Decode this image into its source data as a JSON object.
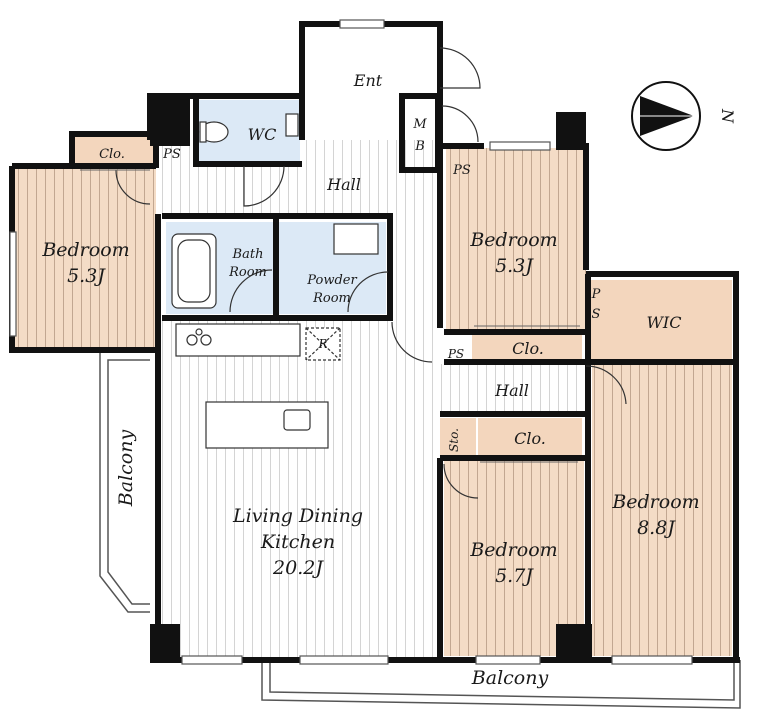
{
  "colors": {
    "wall": "#111111",
    "room_wood": "#f4dcc6",
    "wood_line": "#b59a84",
    "wet_area": "#dce9f6",
    "floor_line": "#c9c9c9",
    "closet": "#f3d6bd"
  },
  "rooms": {
    "entrance": "Ent",
    "wc": "WC",
    "hall_top": "Hall",
    "hall_mid": "Hall",
    "mb_top": "M",
    "mb_bottom": "B",
    "ps_top_left": "PS",
    "ps_top_mid": "PS",
    "ps_mid": "PS",
    "ps_side_top": "P",
    "ps_side_bottom": "S",
    "clo_left": "Clo.",
    "clo_mid": "Clo.",
    "clo_lower": "Clo.",
    "sto": "Sto.",
    "wic": "WIC",
    "bath_line1": "Bath",
    "bath_line2": "Room",
    "powder_line1": "Powder",
    "powder_line2": "Room",
    "bedroom_left_name": "Bedroom",
    "bedroom_left_size": "5.3J",
    "bedroom_right_name": "Bedroom",
    "bedroom_right_size": "5.3J",
    "bedroom_lower_name": "Bedroom",
    "bedroom_lower_size": "5.7J",
    "bedroom_large_name": "Bedroom",
    "bedroom_large_size": "8.8J",
    "ldk_line1": "Living Dining",
    "ldk_line2": "Kitchen",
    "ldk_size": "20.2J",
    "balcony_left": "Balcony",
    "balcony_bottom": "Balcony",
    "refrigerator_mark": "R",
    "compass": "N"
  }
}
